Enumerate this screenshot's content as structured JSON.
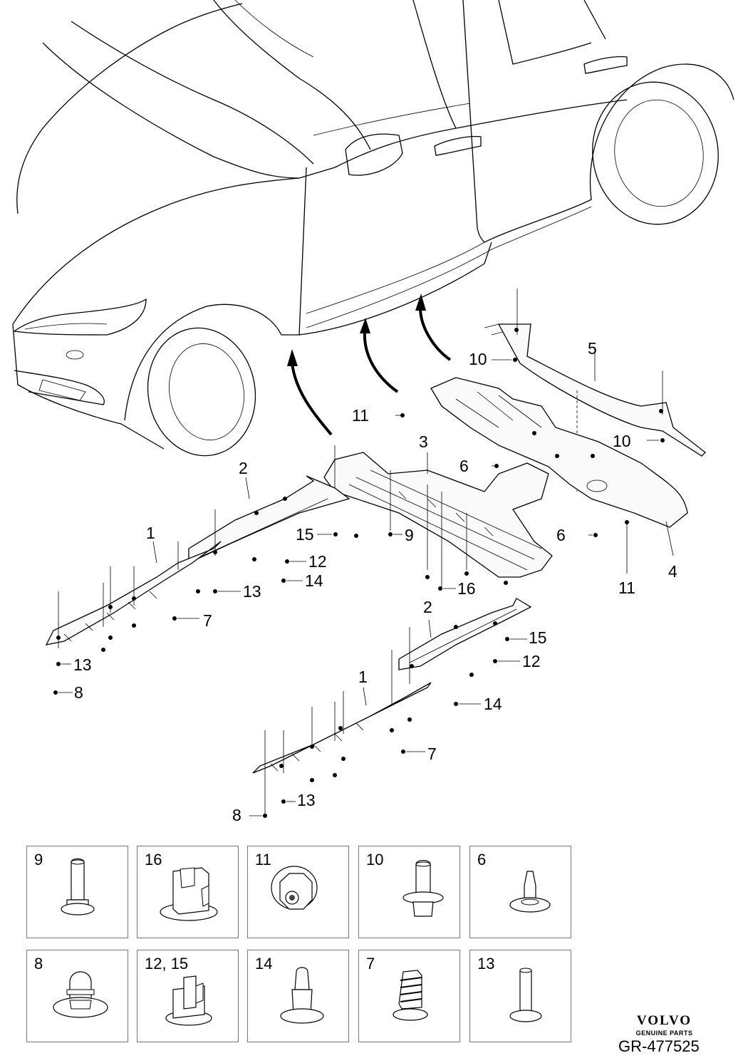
{
  "callouts": {
    "c1a": "1",
    "c1b": "1",
    "c2a": "2",
    "c2b": "2",
    "c3": "3",
    "c4": "4",
    "c5": "5",
    "c6a": "6",
    "c6b": "6",
    "c7a": "7",
    "c7b": "7",
    "c8a": "8",
    "c8b": "8",
    "c9": "9",
    "c10a": "10",
    "c10b": "10",
    "c11a": "11",
    "c11b": "11",
    "c12a": "12",
    "c12b": "12",
    "c13a": "13",
    "c13b": "13",
    "c13c": "13",
    "c14a": "14",
    "c14b": "14",
    "c15a": "15",
    "c15b": "15",
    "c16": "16"
  },
  "fastener_table": [
    {
      "label": "9",
      "icon": "pin-fastener-icon"
    },
    {
      "label": "16",
      "icon": "clip-nut-icon"
    },
    {
      "label": "11",
      "icon": "flange-nut-icon"
    },
    {
      "label": "10",
      "icon": "flange-bolt-icon"
    },
    {
      "label": "6",
      "icon": "push-rivet-icon"
    },
    {
      "label": "8",
      "icon": "plastic-nut-icon"
    },
    {
      "label": "12, 15",
      "icon": "snap-clip-icon"
    },
    {
      "label": "14",
      "icon": "expansion-rivet-icon"
    },
    {
      "label": "7",
      "icon": "threaded-screw-icon"
    },
    {
      "label": "13",
      "icon": "stud-pin-icon"
    }
  ],
  "brand": {
    "name": "VOLVO",
    "subtitle": "GENUINE PARTS"
  },
  "reference": "GR-477525"
}
